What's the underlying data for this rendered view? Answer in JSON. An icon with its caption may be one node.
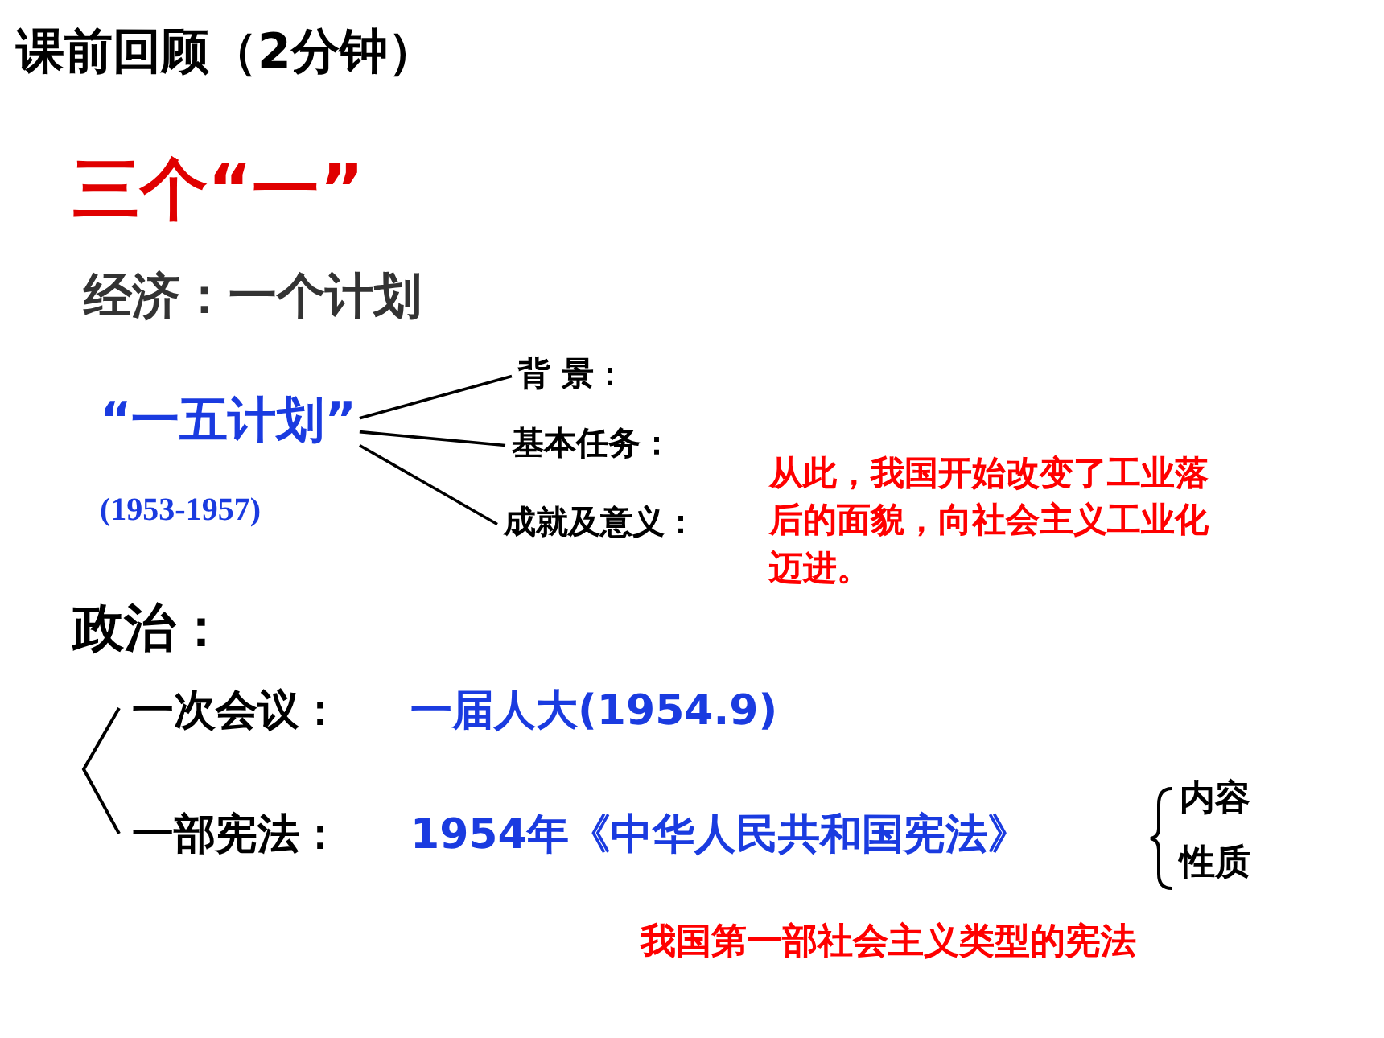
{
  "diagram": {
    "title": "课前回顾（2分钟）",
    "nodes": [
      {
        "text": [
          "“一五计划”"
        ],
        "beside": [
          "(1953-1957)"
        ]
      },
      {
        "text": [
          "背 景："
        ]
      },
      {
        "text": [
          "基本任务："
        ]
      },
      {
        "text": [
          "成就及意义："
        ]
      }
    ],
    "edges": [
      {
        "from": 0,
        "to": 1,
        "arrow": "none"
      },
      {
        "from": 0,
        "to": 2,
        "arrow": "none"
      },
      {
        "from": 0,
        "to": 3,
        "arrow": "none"
      }
    ],
    "labels": [
      "三个“一”",
      "经济：一个计划",
      "从此，我国开始改变了工业落后的面貌，向社会主义工业化迈进。",
      "政治：",
      "一次会议：",
      "一届人大(1954.9)",
      "一部宪法：",
      "1954年《中华人民共和国宪法》",
      "内容",
      "性质",
      "我国第一部社会主义类型的宪法"
    ]
  }
}
